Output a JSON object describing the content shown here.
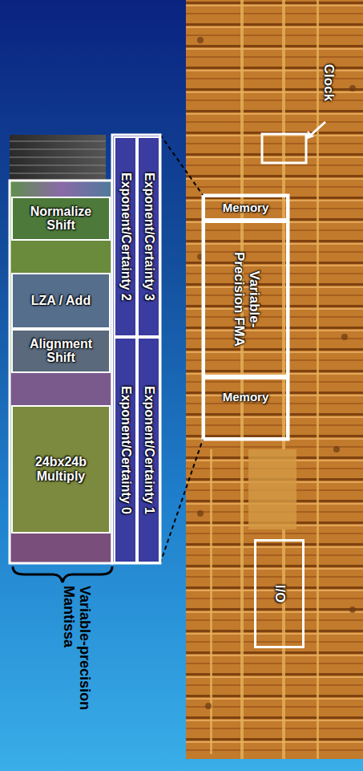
{
  "diagram": {
    "nodes": [
      {
        "text": [
          "Normalize Shift"
        ]
      },
      {
        "text": [
          "LZA / Add"
        ]
      },
      {
        "text": [
          "Alignment Shift"
        ]
      },
      {
        "text": [
          "24bx24b Multiply"
        ]
      },
      {
        "text": [
          "Exponent/Certainty 2"
        ]
      },
      {
        "text": [
          "Exponent/Certainty 3"
        ]
      },
      {
        "text": [
          "Exponent/Certainty 0"
        ]
      },
      {
        "text": [
          "Exponent/Certainty 1"
        ]
      },
      {
        "text": [
          "Memory"
        ]
      },
      {
        "text": [
          "Variable-Precision FMA"
        ]
      },
      {
        "text": [
          "Memory"
        ]
      },
      {
        "text": [
          "I/O"
        ]
      }
    ],
    "labels": [
      "Clock",
      "Variable-precision Mantissa"
    ]
  }
}
